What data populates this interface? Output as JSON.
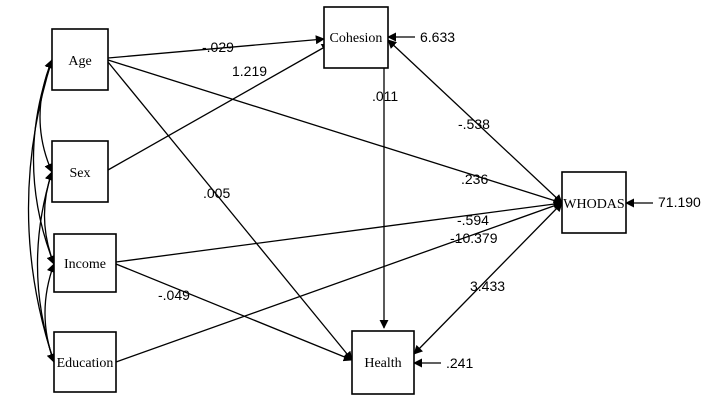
{
  "nodes": {
    "age": "Age",
    "sex": "Sex",
    "income": "Income",
    "education": "Education",
    "cohesion": "Cohesion",
    "health": "Health",
    "whodas": "WHODAS"
  },
  "edges": {
    "age_cohesion": "-.029",
    "sex_cohesion": "1.219",
    "cohesion_health": ".011",
    "cohesion_whodas": "-.538",
    "age_whodas": ".236",
    "age_health": ".005",
    "income_whodas": "-.594",
    "education_whodas": "-10.379",
    "income_health": "-.049",
    "health_whodas": "3.433"
  },
  "errors": {
    "cohesion": "6.633",
    "whodas": "71.190",
    "health": ".241"
  }
}
